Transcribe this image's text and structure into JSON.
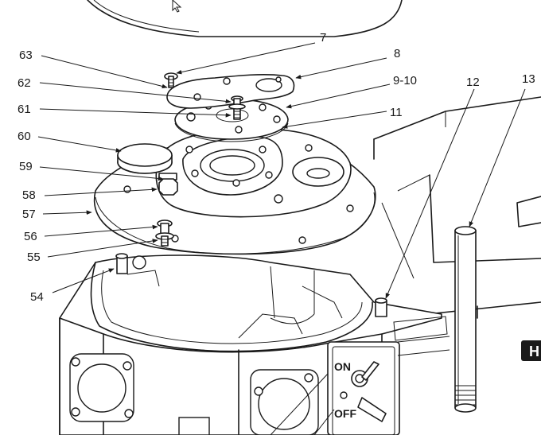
{
  "callouts": {
    "c7": "7",
    "c8": "8",
    "c9_10": "9-10",
    "c11": "11",
    "c12": "12",
    "c13": "13",
    "c63": "63",
    "c62": "62",
    "c61": "61",
    "c60": "60",
    "c59": "59",
    "c58": "58",
    "c57": "57",
    "c56": "56",
    "c55": "55",
    "c54": "54"
  },
  "switch": {
    "on": "ON",
    "off": "OFF"
  },
  "brand_fragment": "H"
}
